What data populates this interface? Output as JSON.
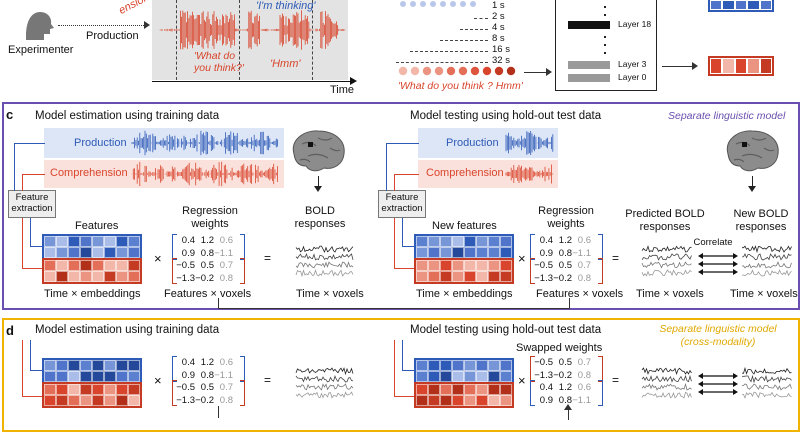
{
  "top": {
    "experimenter": "Experimenter",
    "production": "Production",
    "time": "Time",
    "thinking": "'I'm thinking'",
    "what_do": "'What do\nyou think?'",
    "hmm": "'Hmm'",
    "sentence": "'What do you think ? Hmm'",
    "tension_fragment": "ension",
    "context_labels": [
      "1 s",
      "2 s",
      "4 s",
      "8 s",
      "16 s",
      "32 s"
    ],
    "layers": [
      "Layer 18",
      "Layer 3",
      "Layer 0"
    ]
  },
  "panel_c": {
    "letter": "c",
    "train_title": "Model estimation using training data",
    "test_title": "Model testing using hold-out test data",
    "model_tag": "Separate linguistic model",
    "production": "Production",
    "comprehension": "Comprehension",
    "feature_extraction": "Feature\nextraction",
    "features": "Features",
    "new_features": "New features",
    "regression_weights": "Regression\nweights",
    "bold_responses": "BOLD\nresponses",
    "predicted_bold": "Predicted BOLD\nresponses",
    "correlate": "Correlate",
    "new_bold": "New BOLD\nresponses",
    "time_embeddings": "Time × embeddings",
    "features_voxels": "Features × voxels",
    "time_voxels": "Time × voxels",
    "times": "×",
    "equals": "="
  },
  "panel_d": {
    "letter": "d",
    "train_title": "Model estimation using training data",
    "test_title": "Model testing using hold-out test data",
    "model_tag": "Separate linguistic model\n(cross-modality)",
    "swapped_weights": "Swapped weights",
    "times": "×",
    "equals": "="
  },
  "weights": {
    "rows": [
      [
        "0.4",
        "1.2",
        "0.6"
      ],
      [
        "0.9",
        "0.8",
        "−1.1"
      ],
      [
        "−0.5",
        "0.5",
        "0.7"
      ],
      [
        "−1.3",
        "−0.2",
        "0.8"
      ]
    ],
    "swapped_rows": [
      [
        "−0.5",
        "0.5",
        "0.7"
      ],
      [
        "−1.3",
        "−0.2",
        "0.8"
      ],
      [
        "0.4",
        "1.2",
        "0.6"
      ],
      [
        "0.9",
        "0.8",
        "−1.1"
      ]
    ]
  },
  "colors": {
    "blue": "#2e5bb8",
    "red": "#d9452c",
    "purple_frame": "#6a4fb0",
    "orange_frame": "#f0b400",
    "production_band": "#dde6f6",
    "comprehension_band": "#fbe1dc"
  }
}
